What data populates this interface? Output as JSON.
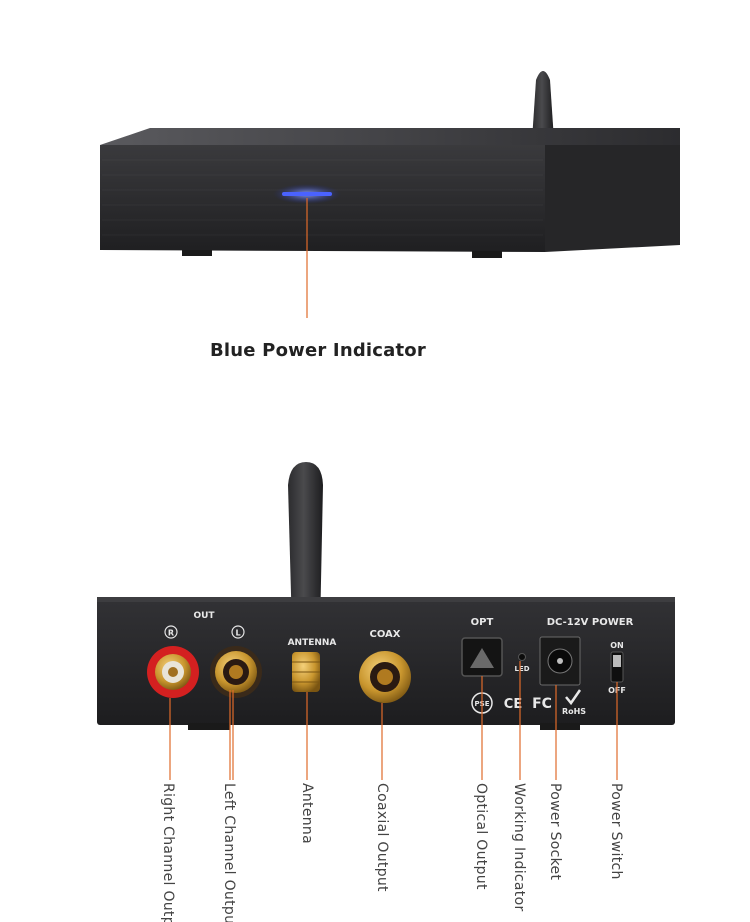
{
  "top_callout": "Blue Power Indicator",
  "panel": {
    "out": "OUT",
    "r": "R",
    "l": "L",
    "antenna": "ANTENNA",
    "coax": "COAX",
    "opt": "OPT",
    "led": "LED",
    "power_header": "DC-12V POWER",
    "on": "ON",
    "off": "OFF",
    "pse": "PSE",
    "ce": "CE",
    "fc": "FC",
    "rohs": "RoHS"
  },
  "callouts": [
    "Right Channel Output",
    "Left Channel Output",
    "Antenna",
    "Coaxial Output",
    "Optical Output",
    "Working Indicator",
    "Power Socket",
    "Power Switch"
  ],
  "colors": {
    "chassis": "#2a2a2c",
    "leader_line": "#e06a2a",
    "indicator": "#4a62ff",
    "gold": "#c9962e",
    "red_jack": "#d42020"
  }
}
